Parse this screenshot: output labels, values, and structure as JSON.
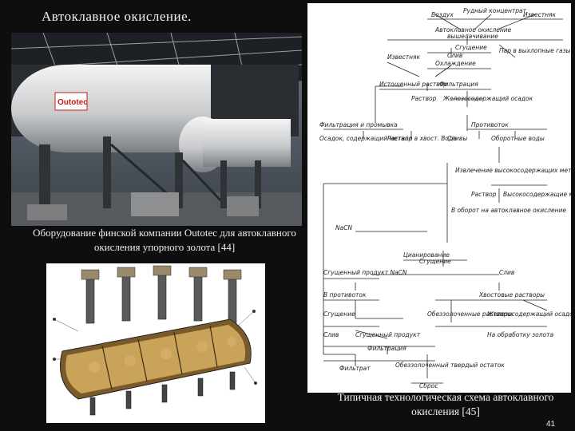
{
  "slide": {
    "title": "Автоклавное окисление.",
    "page_number": "41"
  },
  "photo": {
    "caption": "Оборудование финской компании Outotec для автоклавного окисления упорного золота [44]",
    "brand_label": "Outotec"
  },
  "scheme": {
    "caption": "Типичная технологическая схема автоклавного окисления [45]",
    "nodes": [
      "Воздух",
      "Рудный концентрат",
      "Известняк",
      "Автоклавное окисление",
      "вышелачивание",
      "Сгущение",
      "Слив",
      "Пар в выхлопные газы",
      "Известняк",
      "Охлаждение",
      "Истощенный раствор",
      "Фильтрация",
      "Раствор",
      "Железосодержащий осадок",
      "Фильтрация и промывка",
      "Противоток",
      "Осадок, содержащий металл",
      "Раствор в хвост. Вода",
      "Сливы",
      "Оборотные воды",
      "Извлечение высокосодержащих металлов",
      "Раствор",
      "Высокосодержащие металлы",
      "В оборот на автоклавное окисление",
      "NaCN",
      "Цианирование",
      "Сгущение",
      "Сгущенный продукт NaCN",
      "Слив",
      "В противоток",
      "Хвостовые растворы",
      "Сгущение",
      "Обеззолоченные растворы",
      "Железосодержащий осадок",
      "Слив",
      "Сгущенный продукт",
      "На обработку золота",
      "Фильтрация",
      "Фильтрат",
      "Обеззолоченный твердый остаток",
      "Сброс"
    ]
  }
}
